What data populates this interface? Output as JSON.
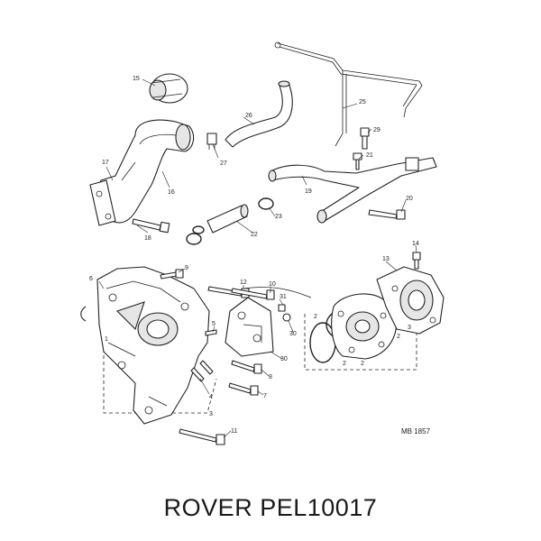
{
  "diagram": {
    "reference_code": "MB 1857",
    "callouts": [
      "1",
      "2",
      "3",
      "4",
      "5",
      "6",
      "7",
      "8",
      "9",
      "10",
      "11",
      "12",
      "13",
      "14",
      "15",
      "16",
      "17",
      "18",
      "19",
      "20",
      "21",
      "22",
      "23",
      "25",
      "26",
      "27",
      "28",
      "29",
      "30",
      "31",
      "2",
      "2",
      "2",
      "3"
    ]
  },
  "caption": {
    "text": "ROVER PEL10017"
  }
}
